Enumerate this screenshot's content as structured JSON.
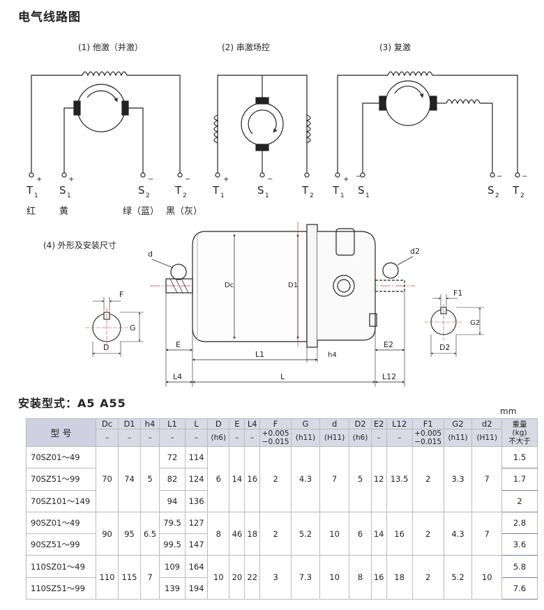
{
  "title": "电气线路图",
  "circuits": {
    "c1": {
      "label": "(1) 他激（并激）",
      "terminals": [
        {
          "name": "T",
          "sub": "1",
          "sign": "+"
        },
        {
          "name": "S",
          "sub": "1",
          "sign": "+"
        },
        {
          "name": "S",
          "sub": "2",
          "sign": "−"
        },
        {
          "name": "T",
          "sub": "2",
          "sign": "−"
        }
      ],
      "colors": [
        "红",
        "黄",
        "绿（蓝）",
        "黑（灰）"
      ]
    },
    "c2": {
      "label": "(2) 串激场控",
      "terminals": [
        {
          "name": "T",
          "sub": "1",
          "sign": "+"
        },
        {
          "name": "S",
          "sub": "1",
          "sign": "−"
        },
        {
          "name": "T",
          "sub": "2",
          "sign": ""
        }
      ]
    },
    "c3": {
      "label": "(3) 复激",
      "terminals": [
        {
          "name": "T",
          "sub": "1",
          "sign": "+"
        },
        {
          "name": "S",
          "sub": "1",
          "sign": "−"
        },
        {
          "name": "S",
          "sub": "2",
          "sign": "−"
        },
        {
          "name": "T",
          "sub": "2",
          "sign": "−"
        }
      ]
    }
  },
  "outline": {
    "label": "(4) 外形及安装尺寸",
    "labels": {
      "d": "d",
      "d2": "d2",
      "Dc": "Dc",
      "D1": "D1",
      "F": "F",
      "G": "G",
      "D": "D",
      "E": "E",
      "L1": "L1",
      "h4": "h4",
      "L4": "L4",
      "L": "L",
      "E2": "E2",
      "L12": "L12",
      "F1": "F1",
      "G2": "G2",
      "D2": "D2"
    }
  },
  "mount": {
    "title": "安装型式：A5  A55"
  },
  "unit": "mm",
  "table": {
    "header_model": "型 号",
    "cols": [
      {
        "name": "Dc",
        "sub": "–"
      },
      {
        "name": "D1",
        "sub": "–"
      },
      {
        "name": "h4",
        "sub": "–"
      },
      {
        "name": "L1",
        "sub": "–"
      },
      {
        "name": "L",
        "sub": "–"
      },
      {
        "name": "D",
        "sub": "(h6)"
      },
      {
        "name": "E",
        "sub": "–"
      },
      {
        "name": "L4",
        "sub": "–"
      },
      {
        "name": "F",
        "sub": "+0.005 −0.015"
      },
      {
        "name": "G",
        "sub": "(h11)"
      },
      {
        "name": "d",
        "sub": "(H11)"
      },
      {
        "name": "D2",
        "sub": "(h6)"
      },
      {
        "name": "E2",
        "sub": "–"
      },
      {
        "name": "L12",
        "sub": "–"
      },
      {
        "name": "F1",
        "sub": "+0.005 −0.015"
      },
      {
        "name": "G2",
        "sub": "(h11)"
      },
      {
        "name": "d2",
        "sub": "(H11)"
      }
    ],
    "weight_header": {
      "name": "重量",
      "unit": "(kg)",
      "note": "不大于"
    },
    "groups": [
      {
        "Dc": "70",
        "D1": "74",
        "h4": "5",
        "D": "6",
        "E": "14",
        "L4": "16",
        "F": "2",
        "G": "4.3",
        "d": "7",
        "D2": "5",
        "E2": "12",
        "L12": "13.5",
        "F1": "2",
        "G2": "3.3",
        "d2": "7",
        "rows": [
          {
            "model": "70SZ01～49",
            "L1": "72",
            "L": "114",
            "wt": "1.5"
          },
          {
            "model": "70SZ51～99",
            "L1": "82",
            "L": "124",
            "wt": "1.7"
          },
          {
            "model": "70SZ101～149",
            "L1": "94",
            "L": "136",
            "wt": "2"
          }
        ]
      },
      {
        "Dc": "90",
        "D1": "95",
        "h4": "6.5",
        "D": "8",
        "E": "46",
        "L4": "18",
        "F": "2",
        "G": "5.2",
        "d": "10",
        "D2": "6",
        "E2": "14",
        "L12": "16",
        "F1": "2",
        "G2": "4.3",
        "d2": "7",
        "rows": [
          {
            "model": "90SZ01～49",
            "L1": "79.5",
            "L": "127",
            "wt": "2.8"
          },
          {
            "model": "90SZ51～99",
            "L1": "99.5",
            "L": "147",
            "wt": "3.6"
          }
        ]
      },
      {
        "Dc": "110",
        "D1": "115",
        "h4": "7",
        "D": "10",
        "E": "20",
        "L4": "22",
        "F": "3",
        "G": "7.3",
        "d": "10",
        "D2": "8",
        "E2": "16",
        "L12": "18",
        "F1": "2",
        "G2": "5.2",
        "d2": "10",
        "rows": [
          {
            "model": "110SZ01～49",
            "L1": "109",
            "L": "164",
            "wt": "5.8"
          },
          {
            "model": "110SZ51～99",
            "L1": "139",
            "L": "194",
            "wt": "7.6"
          }
        ]
      }
    ]
  }
}
